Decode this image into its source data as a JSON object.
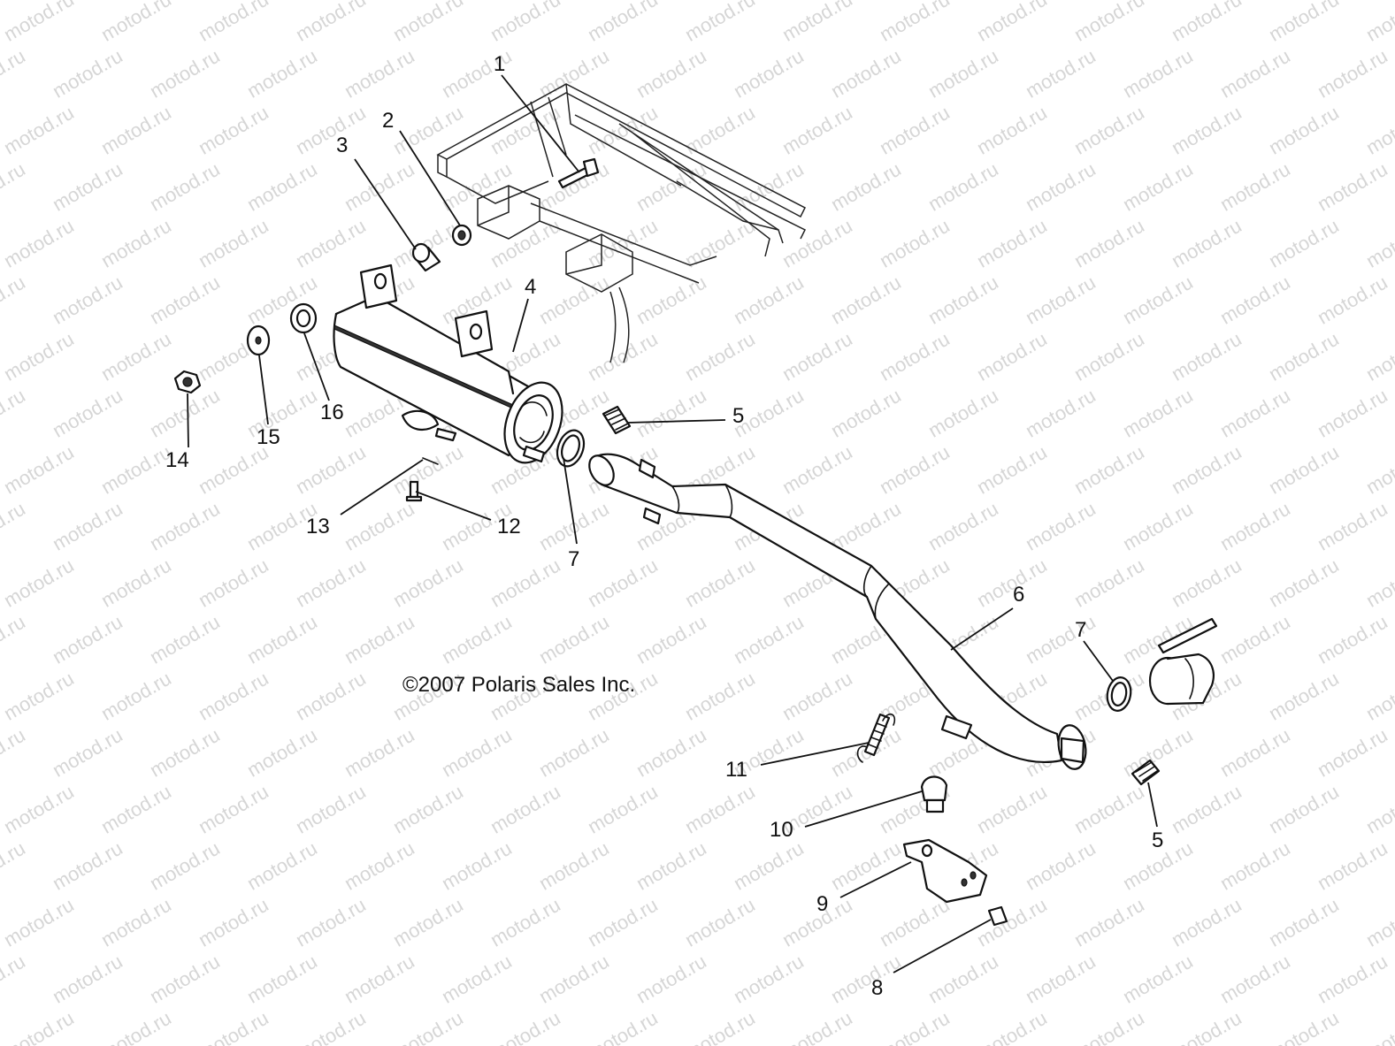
{
  "watermark": {
    "text": "motod.ru",
    "color": "#d6d6d6"
  },
  "copyright": "©2007 Polaris Sales Inc.",
  "callouts": {
    "c1": "1",
    "c2": "2",
    "c3": "3",
    "c4": "4",
    "c5a": "5",
    "c5b": "5",
    "c6": "6",
    "c7a": "7",
    "c7b": "7",
    "c8": "8",
    "c9": "9",
    "c10": "10",
    "c11": "11",
    "c12": "12",
    "c13": "13",
    "c14": "14",
    "c15": "15",
    "c16": "16"
  }
}
